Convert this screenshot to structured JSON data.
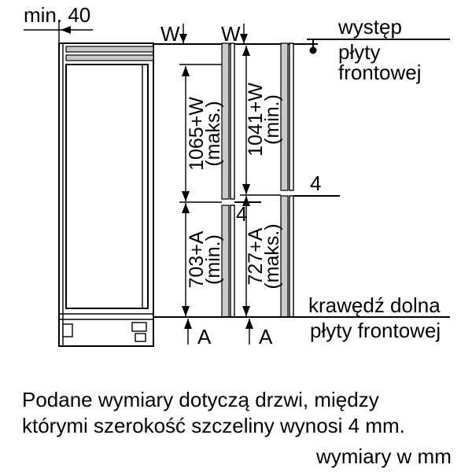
{
  "diagram": {
    "min_clearance": "min. 40",
    "w_label": "W",
    "a_label": "A",
    "gap_left_door": "4",
    "gap_right_door": "4",
    "dims": {
      "upper_left": {
        "value": "1065+W",
        "qual": "(maks.)"
      },
      "upper_right": {
        "value": "1041+W",
        "qual": "(min.)"
      },
      "lower_left": {
        "value": "703+A",
        "qual": "(min.)"
      },
      "lower_right": {
        "value": "727+A",
        "qual": "(maks.)"
      }
    },
    "protrusion_label": {
      "line1": "występ",
      "line2": "płyty",
      "line3": "frontowej"
    },
    "bottom_edge_label": {
      "line1": "krawędź dolna",
      "line2": "płyty frontowej"
    }
  },
  "notes": {
    "line1": "Podane wymiary dotyczą drzwi, między",
    "line2": "którymi szerokość szczeliny wynosi 4 mm.",
    "units": "wymiary w mm"
  },
  "colors": {
    "ink": "#000000",
    "panel_fill": "#c9c9c9",
    "background": "#ffffff"
  }
}
